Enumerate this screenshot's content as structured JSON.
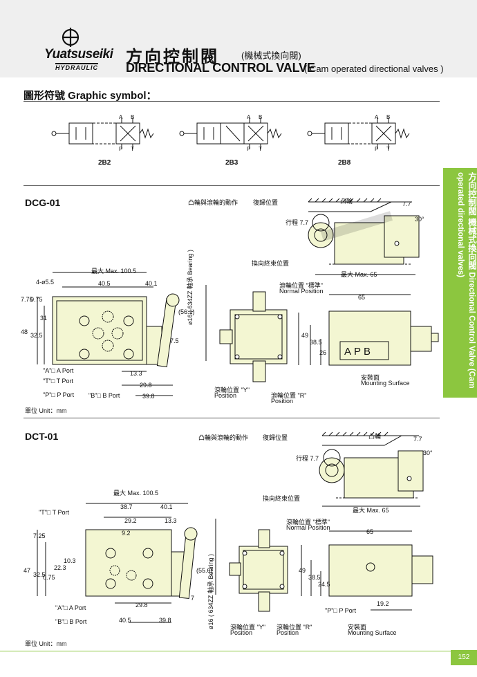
{
  "header": {
    "brand": "Yuatsuseiki",
    "brand_sub": "HYDRAULIC",
    "title_zh": "方向控制閥",
    "title_zh_sub": "(機械式換向閥)",
    "title_en": "DIRECTIONAL CONTROL VALVE",
    "title_en_sub": "( Cam operated directional valves )"
  },
  "graphic_symbol": {
    "title": "圖形符號  Graphic symbol：",
    "symbols": [
      {
        "label": "2B2"
      },
      {
        "label": "2B3"
      },
      {
        "label": "2B8"
      }
    ],
    "port_labels": {
      "a": "A",
      "b": "B",
      "p": "P",
      "t": "T"
    }
  },
  "sidebar": {
    "zh": "方向控制閥  機械式換向閥",
    "en": "Directional Control Valve (Cam operated directional valves)"
  },
  "dcg": {
    "model": "DCG-01",
    "unit": "單位 Unit：mm",
    "labels": {
      "cam_action": "凸輪與滾輪的動作",
      "return_pos": "復歸位置",
      "cam": "凸輪",
      "switch_end": "換向終束位置",
      "travel": "行程 7.7",
      "max_65": "最大 Max. 65",
      "max_100": "最大 Max. 100.5",
      "normal_zh": "滾輪位置 \"標準\"",
      "normal_en": "Normal Position",
      "pos_y_zh": "滾輪位置 \"Y\"",
      "pos_y_en": "Position",
      "pos_r_zh": "滾輪位置 \"R\"",
      "pos_r_en": "Position",
      "mount_zh": "安裝面",
      "mount_en": "Mounting Surface",
      "a_port": "\"A\"□ A Port",
      "t_port": "\"T\"□ T Port",
      "p_port": "\"P\"□ P Port",
      "b_port": "\"B\"□ B Port",
      "bearing": "ø16 ( 634ZZ 軸承 Bearing )",
      "apb": "APB",
      "holes": "4-ø5.5"
    },
    "dims": [
      "40.5",
      "40.1",
      "7.75",
      "0.75",
      "31",
      "32.5",
      "48",
      "13.3",
      "29.8",
      "39.8",
      "7.5",
      "(56.1)",
      "7.7",
      "30°",
      "65",
      "49",
      "38.5",
      "26"
    ]
  },
  "dct": {
    "model": "DCT-01",
    "unit": "單位 Unit：mm",
    "labels": {
      "cam_action": "凸輪與滾輪的動作",
      "return_pos": "復歸位置",
      "cam": "凸輪",
      "switch_end": "換向終束位置",
      "travel": "行程 7.7",
      "max_65": "最大 Max. 65",
      "max_100": "最大 Max. 100.5",
      "normal_zh": "滾輪位置 \"標準\"",
      "normal_en": "Normal Position",
      "pos_y_zh": "滾輪位置 \"Y\"",
      "pos_y_en": "Position",
      "pos_r_zh": "滾輪位置 \"R\"",
      "pos_r_en": "Position",
      "mount_zh": "安裝面",
      "mount_en": "Mounting Surface",
      "t_port": "\"T\"□ T Port",
      "a_port": "\"A\"□ A Port",
      "b_port": "\"B\"□ B Port",
      "p_port": "\"P\"□ P Port",
      "bearing": "ø16 ( 634ZZ 軸承 Bearing )"
    },
    "dims": [
      "38.7",
      "40.1",
      "29.2",
      "13.3",
      "9.2",
      "7.25",
      "32.5",
      "47",
      "0.75",
      "22.3",
      "10.3",
      "29.8",
      "40.5",
      "39.8",
      "(55.6)",
      "7",
      "7.7",
      "30°",
      "65",
      "49",
      "38.5",
      "24.5",
      "19.2"
    ]
  },
  "page_number": "152"
}
